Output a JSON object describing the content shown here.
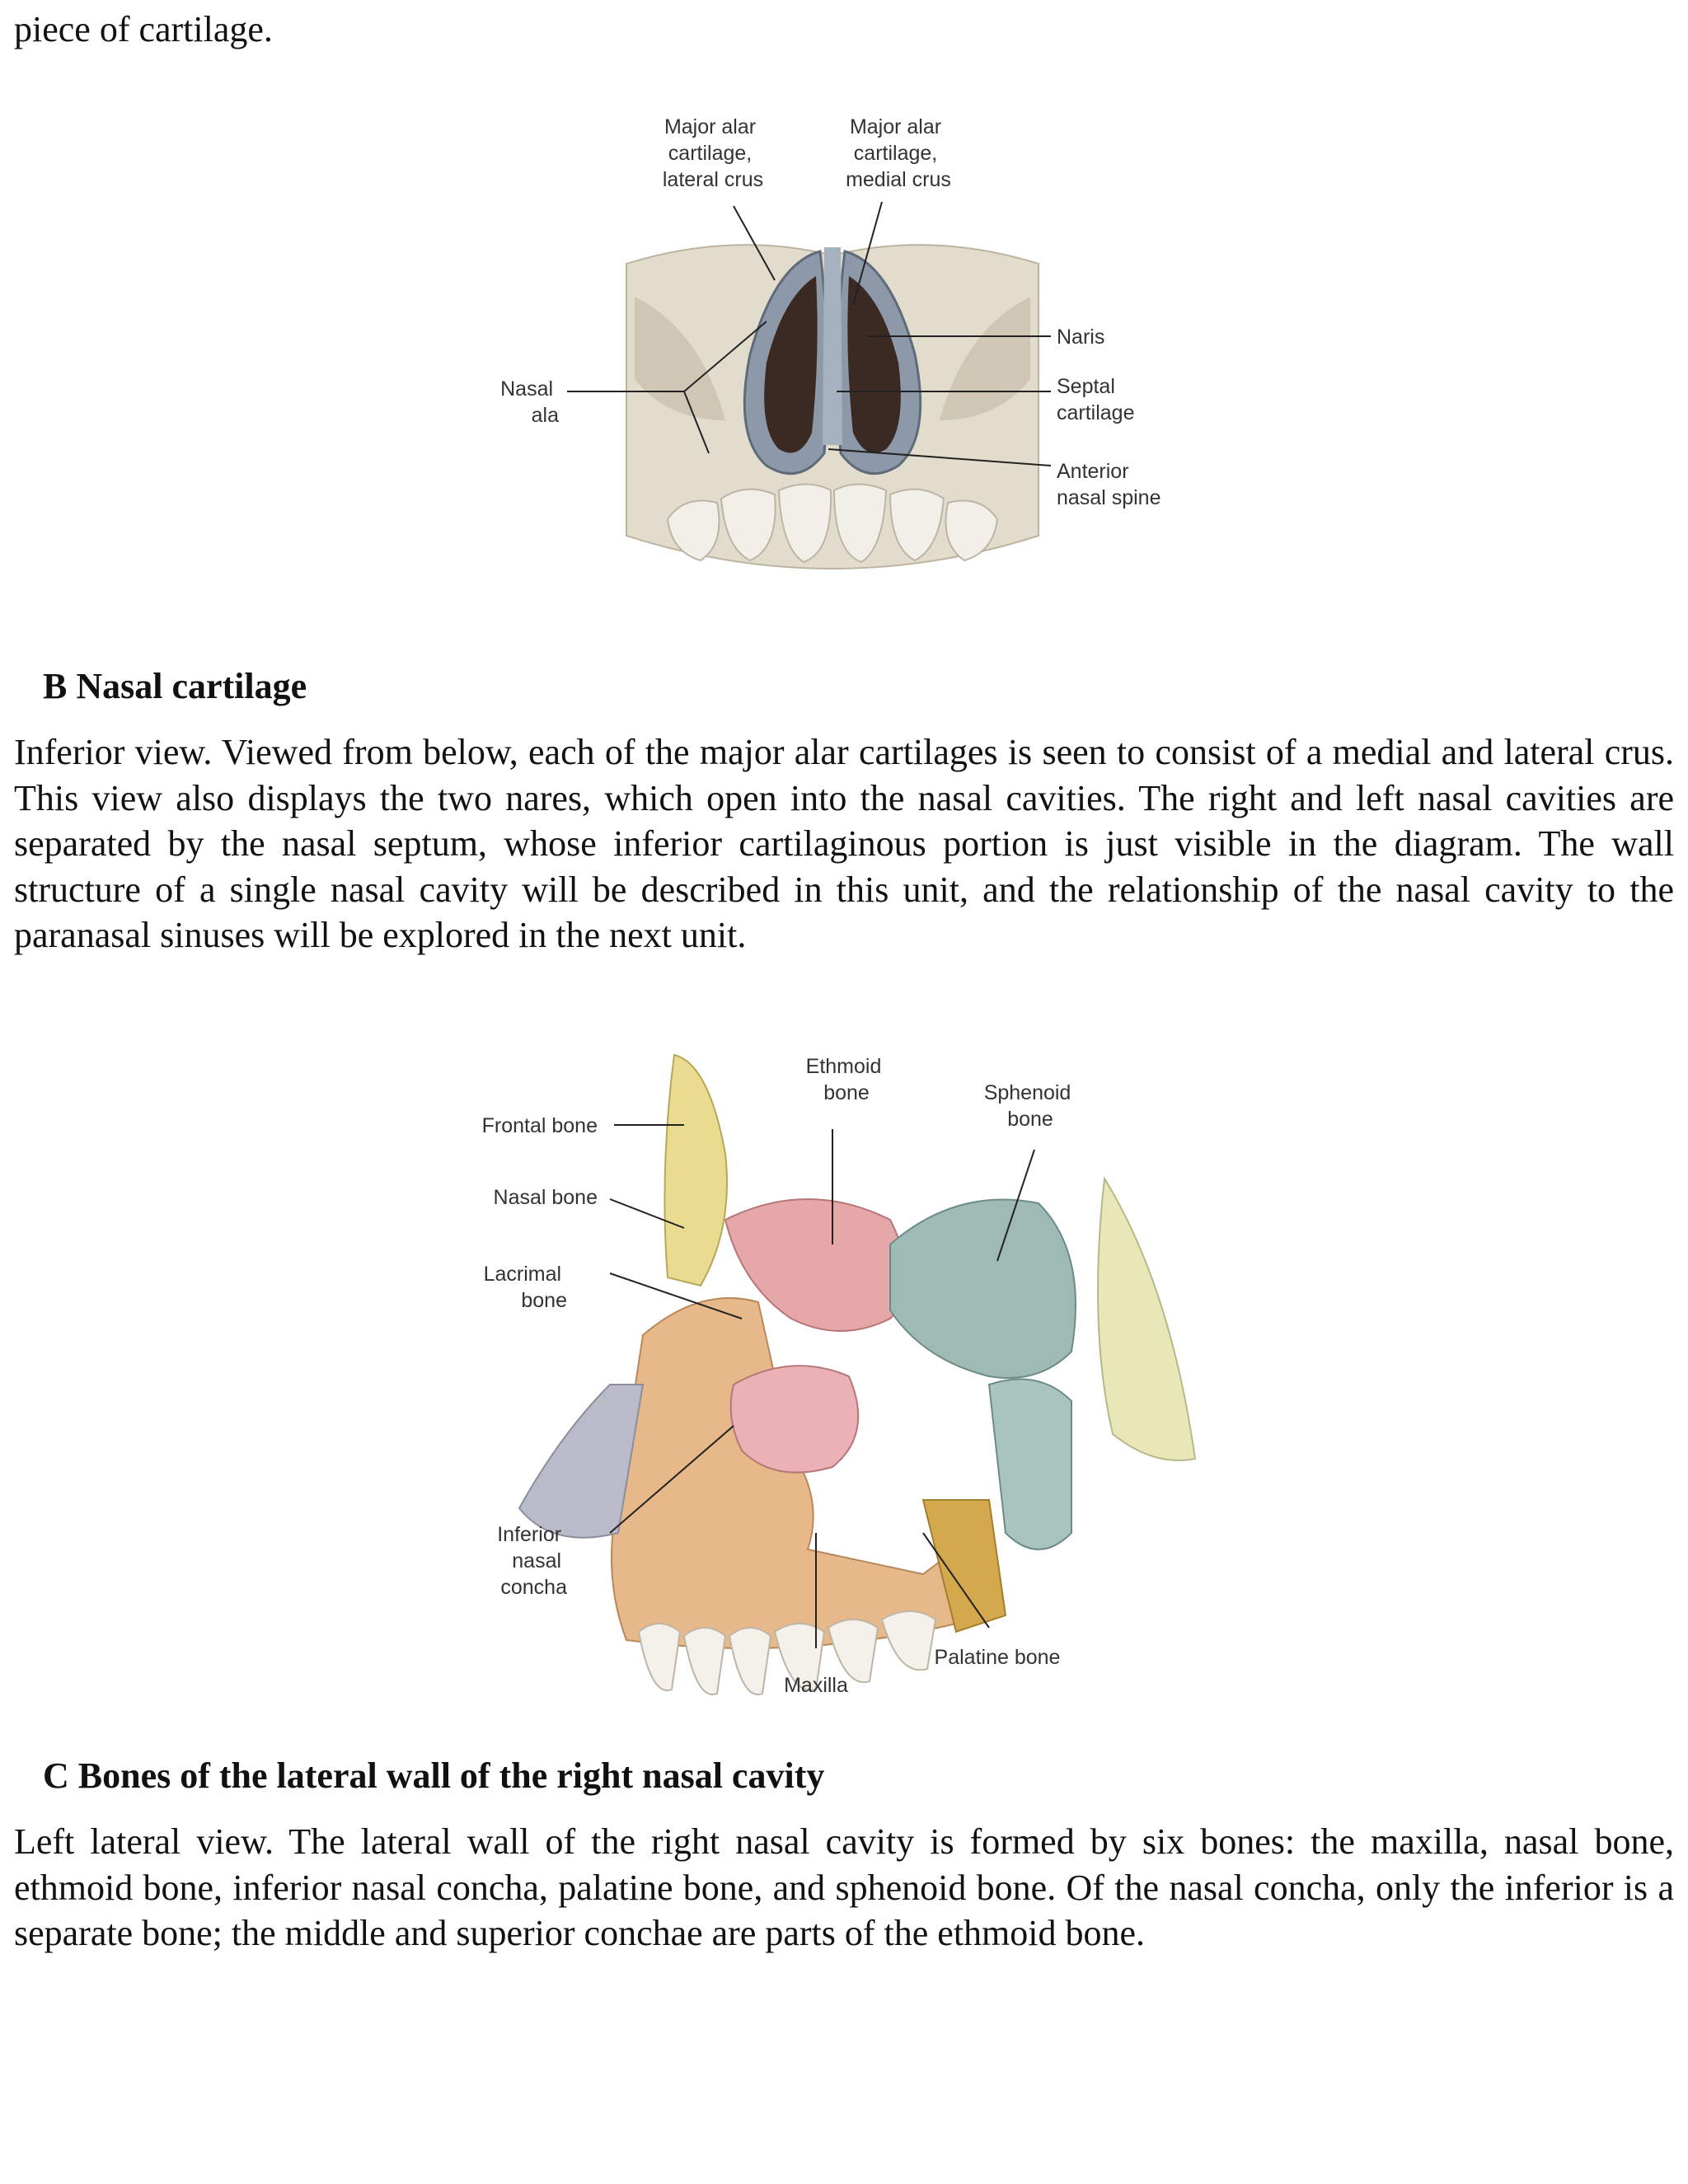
{
  "top_line": "piece of cartilage.",
  "figure_b": {
    "labels": {
      "major_alar_lateral": [
        "Major alar",
        "cartilage,",
        "lateral crus"
      ],
      "major_alar_medial": [
        "Major alar",
        "cartilage,",
        "medial crus"
      ],
      "naris": [
        "Naris"
      ],
      "septal_cartilage": [
        "Septal",
        "cartilage"
      ],
      "anterior_nasal_spine": [
        "Anterior",
        "nasal spine"
      ],
      "nasal_ala": [
        "Nasal",
        "ala"
      ]
    },
    "caption_title": "B Nasal cartilage",
    "caption_text": "Inferior view. Viewed from below, each of the major alar cartilages is seen to consist of a medial and lateral crus. This view also displays the two nares, which open into the nasal cavities. The right and left nasal cavities are separated by the nasal septum, whose inferior cartilaginous portion is just visible in the diagram. The wall structure of a single nasal cavity will be described in this unit, and the relationship of the nasal cavity to the paranasal sinuses will be explored in the next unit."
  },
  "figure_c": {
    "labels": {
      "ethmoid_bone": [
        "Ethmoid",
        "bone"
      ],
      "sphenoid_bone": [
        "Sphenoid",
        "bone"
      ],
      "frontal_bone": [
        "Frontal bone"
      ],
      "nasal_bone": [
        "Nasal bone"
      ],
      "lacrimal_bone": [
        "Lacrimal",
        "bone"
      ],
      "inferior_nasal_concha": [
        "Inferior",
        "nasal",
        "concha"
      ],
      "palatine_bone": [
        "Palatine bone"
      ],
      "maxilla": [
        "Maxilla"
      ]
    },
    "caption_title": "C Bones of the lateral wall of the right nasal cavity",
    "caption_text": "Left lateral view. The lateral wall of the right nasal cavity is formed by six bones: the maxilla, nasal bone, ethmoid bone, inferior nasal concha, palatine bone, and sphenoid bone. Of the nasal concha, only the inferior is a separate bone; the middle and superior conchae are parts of the ethmoid bone."
  }
}
